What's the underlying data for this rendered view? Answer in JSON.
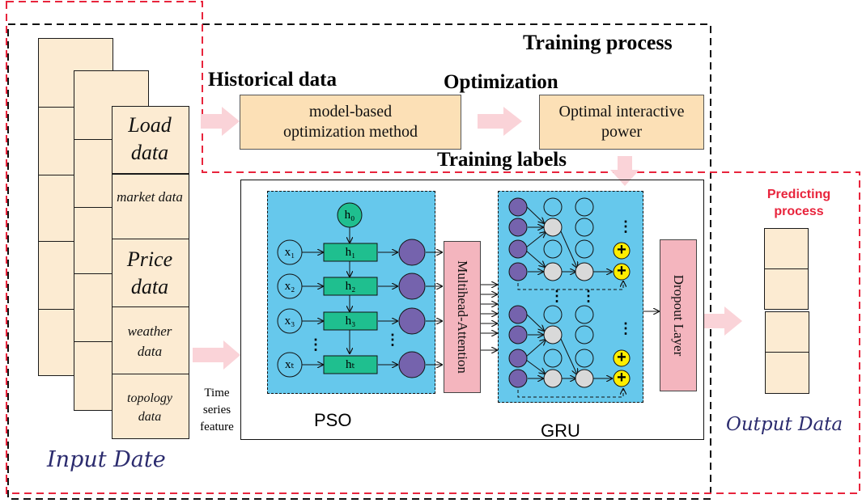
{
  "titles": {
    "training_process": "Training process",
    "historical_data": "Historical data",
    "optimization": "Optimization",
    "training_labels": "Training labels",
    "predicting_process": "Predicting process"
  },
  "boxes": {
    "model_based": "model-based optimization method",
    "optimal_power": "Optimal interactive power"
  },
  "input_cells": {
    "load": "Load data",
    "market": "market data",
    "price": "Price data",
    "weather": "weather data",
    "topology": "topology data"
  },
  "labels": {
    "time_series_feature": "Time series feature",
    "pso": "PSO",
    "gru": "GRU",
    "multihead_attention": "Multihead-Attention",
    "dropout_layer": "Dropout Layer",
    "input_date": "Input Date",
    "output_data": "Output Data"
  },
  "pso_nodes": {
    "h0": "h₀",
    "h": [
      "h₁",
      "h₂",
      "h₃",
      "hₜ"
    ],
    "x": [
      "x₁",
      "x₂",
      "x₃",
      "xₜ"
    ],
    "ellipsis": "⋮"
  },
  "gru_nodes": {
    "plus": "+",
    "ellipsis": "⋮"
  },
  "colors": {
    "red_dash": "#e8243c",
    "black_dash": "#111111",
    "panel_blue": "#66c8ec",
    "green_box": "#1fbf8f",
    "purple": "#7563ad",
    "gray": "#d9d9d9",
    "yellow": "#ffee00",
    "pink": "#f4b5be",
    "orange": "#fce0b6",
    "cream": "#fcebd2",
    "arrow_pink": "#fad3d8",
    "predict_red": "#e8243c",
    "label_blue": "#2b2b6e"
  }
}
